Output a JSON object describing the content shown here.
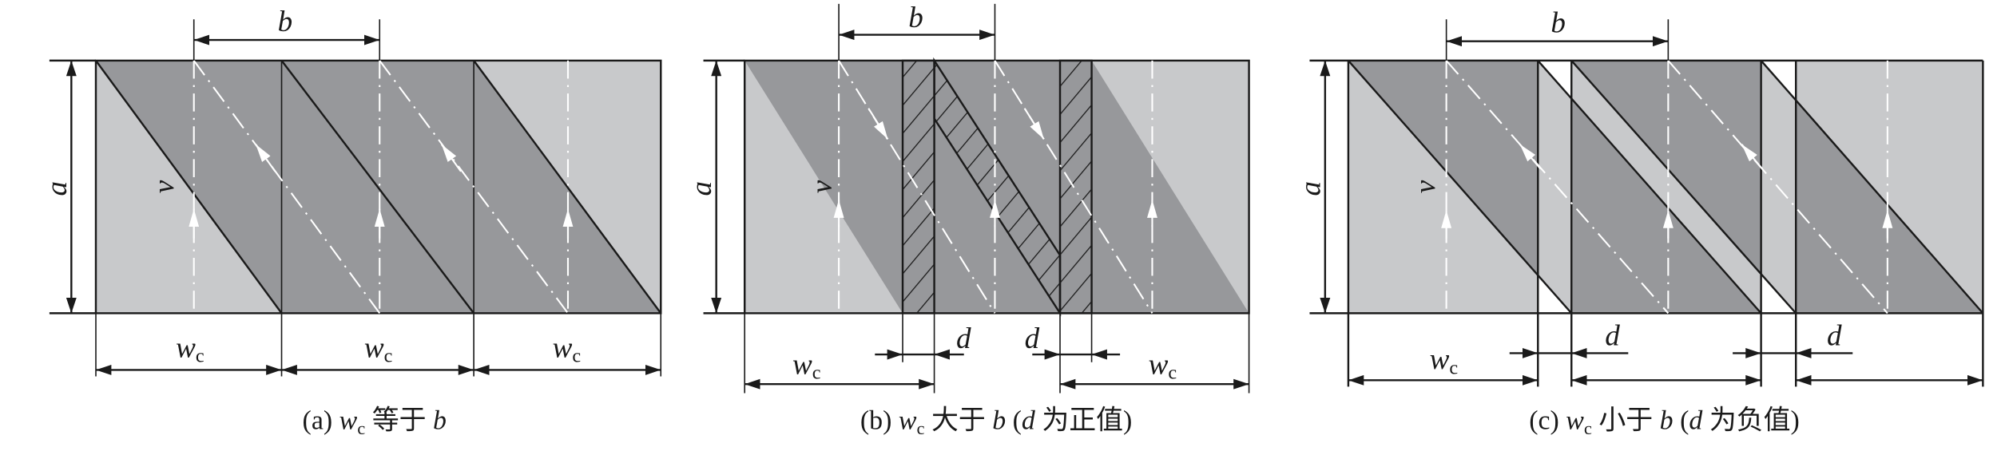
{
  "colors": {
    "light": "#c8c9cb",
    "dark": "#97989b",
    "line": "#1a1a1a",
    "flow": "#ffffff"
  },
  "labels": {
    "a": "a",
    "b": "b",
    "v": "v",
    "w": "w",
    "c": "c",
    "d": "d"
  },
  "panels": [
    {
      "id": "a",
      "caption": {
        "prefix": "(a) ",
        "w": "w",
        "sub": "c",
        "rel": " 等于 ",
        "b": "b",
        "open": "",
        "d": "",
        "tail": ""
      }
    },
    {
      "id": "b",
      "caption": {
        "prefix": "(b) ",
        "w": "w",
        "sub": "c",
        "rel": " 大于 ",
        "b": "b",
        "open": " (",
        "d": "d",
        "tail": " 为正值)"
      }
    },
    {
      "id": "c",
      "caption": {
        "prefix": "(c) ",
        "w": "w",
        "sub": "c",
        "rel": " 小于 ",
        "b": "b",
        "open": " (",
        "d": "d",
        "tail": " 为负值)"
      }
    }
  ]
}
